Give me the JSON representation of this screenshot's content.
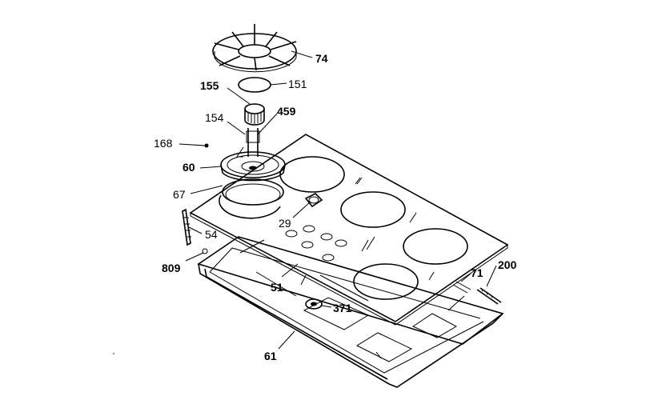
{
  "diagram": {
    "type": "exploded parts diagram",
    "parts": [
      {
        "id": "grate",
        "label": "74"
      },
      {
        "id": "burner-cap",
        "label": "151"
      },
      {
        "id": "burner-head",
        "label": "155"
      },
      {
        "id": "orifice",
        "label": "459"
      },
      {
        "id": "spud",
        "label": "154"
      },
      {
        "id": "screw",
        "label": "168"
      },
      {
        "id": "burner-base",
        "label": "60"
      },
      {
        "id": "gasket",
        "label": "67"
      },
      {
        "id": "knob-shaft",
        "label": "29"
      },
      {
        "id": "bracket",
        "label": "54"
      },
      {
        "id": "clip",
        "label": "809"
      },
      {
        "id": "insulation",
        "label": "51"
      },
      {
        "id": "valve",
        "label": "371"
      },
      {
        "id": "harness",
        "label": "71"
      },
      {
        "id": "terminal",
        "label": "200"
      },
      {
        "id": "burner-box",
        "label": "61"
      }
    ]
  }
}
